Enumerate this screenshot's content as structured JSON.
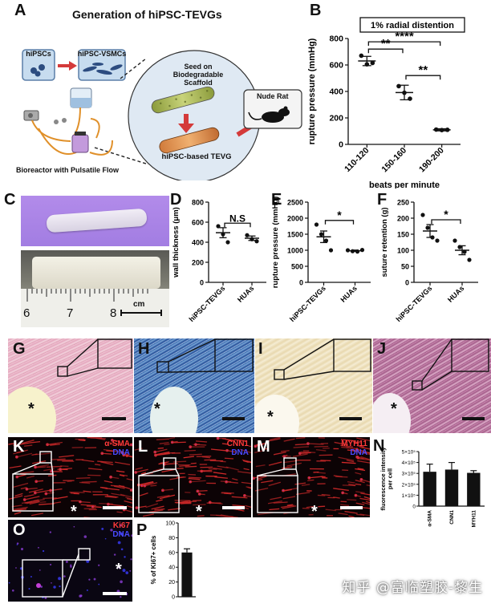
{
  "panels": {
    "A": "A",
    "B": "B",
    "C": "C",
    "D": "D",
    "E": "E",
    "F": "F",
    "G": "G",
    "H": "H",
    "I": "I",
    "J": "J",
    "K": "K",
    "L": "L",
    "M": "M",
    "N": "N",
    "O": "O",
    "P": "P"
  },
  "schematic": {
    "title": "Generation of hiPSC-TEVGs",
    "box_hipscs": "hiPSCs",
    "box_vsmcs": "hiPSC-VSMCs",
    "seed_line1": "Seed on",
    "seed_line2": "Biodegradable",
    "seed_line3": "Scaffold",
    "tevg_label": "hiPSC-based TEVG",
    "rat_label": "Nude Rat",
    "bioreactor_label": "Bioreactor with Pulsatile Flow"
  },
  "photo_c": {
    "ruler_numbers": [
      "6",
      "7",
      "8"
    ],
    "scale_label": "cm"
  },
  "chart_data": [
    {
      "id": "B",
      "type": "scatter",
      "title": "1% radial distention",
      "categories": [
        "110-120",
        "150-160",
        "190-200"
      ],
      "xlabel": "beats per minute",
      "ylabel": "rupture pressure (mmHg)",
      "yticks": [
        0,
        200,
        400,
        600,
        800
      ],
      "ylim": [
        0,
        800
      ],
      "points": [
        [
          670,
          605,
          615
        ],
        [
          440,
          390,
          345
        ],
        [
          112,
          108,
          110
        ]
      ],
      "means": [
        630,
        392,
        110
      ],
      "errors": [
        35,
        55,
        8
      ],
      "brackets": [
        {
          "from": 0,
          "to": 1,
          "label": "**",
          "y": 720
        },
        {
          "from": 0,
          "to": 2,
          "label": "****",
          "y": 775
        },
        {
          "from": 1,
          "to": 2,
          "label": "**",
          "y": 520
        }
      ]
    },
    {
      "id": "D",
      "type": "scatter",
      "categories": [
        "hiPSC-TEVGs",
        "HUAs"
      ],
      "ylabel": "wall thickness (μm)",
      "yticks": [
        0,
        200,
        400,
        600,
        800
      ],
      "ylim": [
        0,
        800
      ],
      "points": [
        [
          560,
          480,
          400
        ],
        [
          470,
          430,
          410
        ]
      ],
      "means": [
        495,
        440
      ],
      "errors": [
        50,
        22
      ],
      "brackets": [
        {
          "from": 0,
          "to": 1,
          "label": "N.S",
          "y": 590
        }
      ]
    },
    {
      "id": "E",
      "type": "scatter",
      "categories": [
        "hiPSC-TEVGs",
        "HUAs"
      ],
      "ylabel": "rupture pressure (mmHg)",
      "yticks": [
        0,
        500,
        1000,
        1500,
        2000,
        2500
      ],
      "ylim": [
        0,
        2500
      ],
      "points": [
        [
          1800,
          1500,
          1300,
          1000
        ],
        [
          1000,
          970,
          960,
          1010
        ]
      ],
      "means": [
        1420,
        985
      ],
      "errors": [
        180,
        20
      ],
      "brackets": [
        {
          "from": 0,
          "to": 1,
          "label": "*",
          "y": 1930
        }
      ]
    },
    {
      "id": "F",
      "type": "scatter",
      "categories": [
        "hiPSC-TEVGs",
        "HUAs"
      ],
      "ylabel": "suture retention (g)",
      "yticks": [
        0,
        50,
        100,
        150,
        200,
        250
      ],
      "ylim": [
        0,
        250
      ],
      "points": [
        [
          210,
          170,
          140,
          130
        ],
        [
          130,
          110,
          95,
          70
        ]
      ],
      "means": [
        160,
        100
      ],
      "errors": [
        20,
        14
      ],
      "brackets": [
        {
          "from": 0,
          "to": 1,
          "label": "*",
          "y": 195
        }
      ]
    },
    {
      "id": "N",
      "type": "bar",
      "categories": [
        "α-SMA",
        "CNN1",
        "MYH11"
      ],
      "ylabel": "fluorescence intensity per cell",
      "yticks": [
        "0",
        "1×10⁵",
        "2×10⁵",
        "3×10⁵",
        "4×10⁵",
        "5×10⁵"
      ],
      "ylim": [
        0,
        500000
      ],
      "values": [
        315000,
        335000,
        305000
      ],
      "errors": [
        70000,
        65000,
        20000
      ]
    },
    {
      "id": "P",
      "type": "bar",
      "categories": [
        ""
      ],
      "ylabel": "% of Ki67+ cells",
      "yticks": [
        0,
        20,
        40,
        60,
        80,
        100
      ],
      "ylim": [
        0,
        100
      ],
      "values": [
        60
      ],
      "errors": [
        5
      ]
    }
  ],
  "micrographs": {
    "K": {
      "marker": "α-SMA",
      "dna": "DNA"
    },
    "L": {
      "marker": "CNN1",
      "dna": "DNA"
    },
    "M": {
      "marker": "MYH11",
      "dna": "DNA"
    },
    "O": {
      "marker": "Ki67",
      "dna": "DNA"
    },
    "star": "*"
  },
  "watermark": "知乎 @富临塑胶-黎生",
  "colors": {
    "red_stain": "#e03232",
    "blue_dna": "#3a3cff",
    "he_pink": "#e9b6c8",
    "masson_blue": "#3f6fb2",
    "vvg_tan": "#f1e6c8"
  }
}
